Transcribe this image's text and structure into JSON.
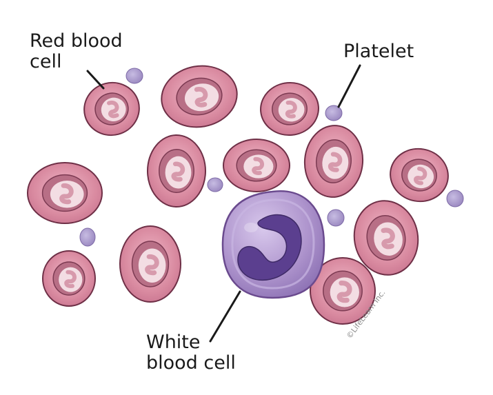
{
  "labels": {
    "red_blood_cell_line1": "Red blood",
    "red_blood_cell_line2": "cell",
    "platelet": "Platelet",
    "white_blood_cell_line1": "White",
    "white_blood_cell_line2": "blood cell"
  },
  "credit": "©LifeLearn Inc.",
  "colors": {
    "rbc_fill": "#d98aa0",
    "rbc_outline": "#6e2f46",
    "rbc_center": "#f3dde3",
    "platelet_fill": "#a99acb",
    "wbc_fill": "#a88fc7",
    "wbc_nucleus": "#5b3f8f"
  }
}
